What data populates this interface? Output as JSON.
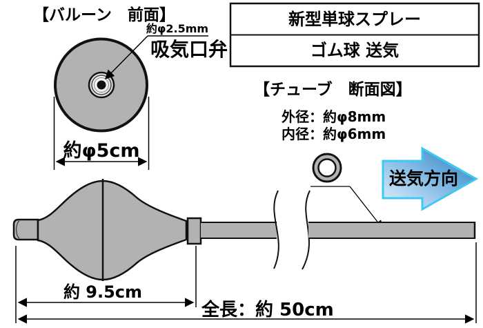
{
  "diagram_title_note": "technical diagram of rubber bulb sprayer",
  "balloon_front": {
    "title": "【バルーン　前面】",
    "valve_diameter_label": "約φ2.5mm",
    "valve_label": "吸気口弁",
    "diameter_label": "約φ5cm"
  },
  "product_table": {
    "rows": [
      {
        "label": "新型単球スプレー"
      },
      {
        "label": "ゴム球 送気"
      }
    ]
  },
  "tube_section": {
    "title": "【チューブ　断面図】",
    "outer_diameter_label": "外径：約φ8mm",
    "inner_diameter_label": "内径：約φ6mm"
  },
  "flow_arrow": {
    "label": "送気方向",
    "fill_light": "#e6f2fb",
    "fill_mid": "#8cc0e8",
    "fill_dark": "#1e78bd",
    "border": "#3fc8f0"
  },
  "side_view": {
    "bulb_length_label": "約 9.5cm",
    "total_length_label": "全長：約 50cm"
  },
  "colors": {
    "rubber_gray": "#b2b2b2",
    "outline": "#111111",
    "background": "#ffffff"
  }
}
